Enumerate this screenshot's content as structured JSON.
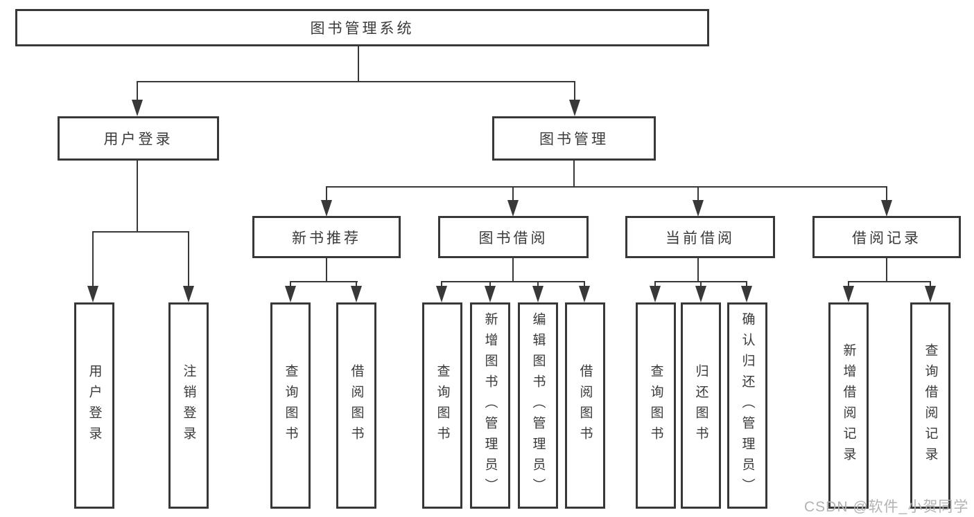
{
  "diagram": {
    "root": "图书管理系统",
    "user_login": {
      "label": "用户登录",
      "children": [
        "用户登录",
        "注销登录"
      ]
    },
    "book_management": {
      "label": "图书管理",
      "groups": [
        {
          "label": "新书推荐",
          "children": [
            "查询图书",
            "借阅图书"
          ]
        },
        {
          "label": "图书借阅",
          "children": [
            "查询图书",
            "新增图书（管理员）",
            "编辑图书（管理员）",
            "借阅图书"
          ]
        },
        {
          "label": "当前借阅",
          "children": [
            "查询图书",
            "归还图书",
            "确认归还（管理员）"
          ]
        },
        {
          "label": "借阅记录",
          "children": [
            "新增借阅记录",
            "查询借阅记录"
          ]
        }
      ]
    },
    "watermark": "CSDN @软件_小贺同学"
  },
  "colors": {
    "line": "#383838",
    "text": "#3a3a3a",
    "watermark": "#b3b3b3",
    "background": "#ffffff"
  }
}
